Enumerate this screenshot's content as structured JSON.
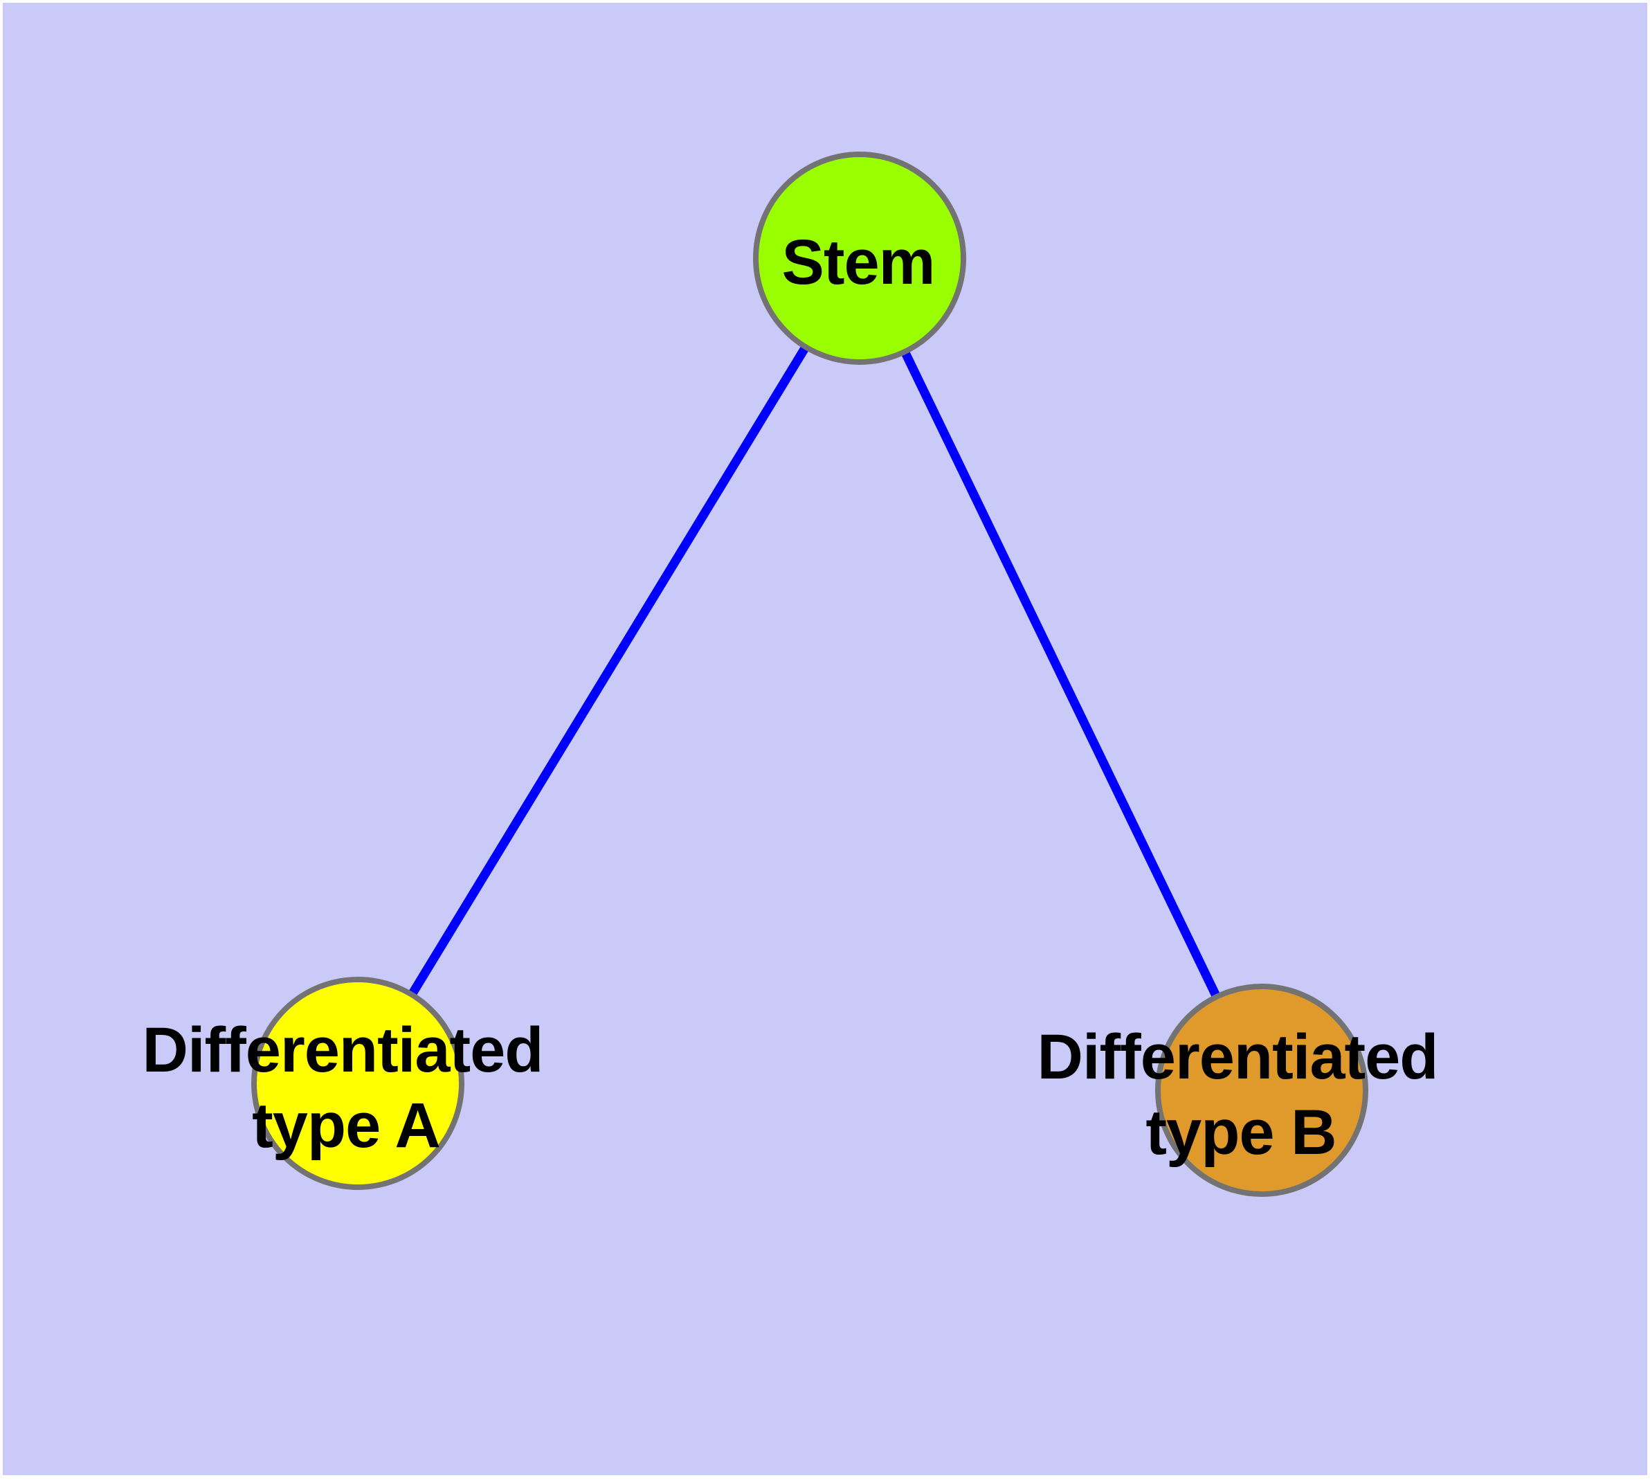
{
  "diagram": {
    "background_color": "#CACAF8",
    "margin_color": "#FFFFFF",
    "edge_color": "#0000FE",
    "node_border_color": "#737373",
    "label_color": "#000000",
    "nodes": [
      {
        "id": "stem",
        "label": "Stem",
        "line1": "Stem",
        "line2": "",
        "fill": "#99FE00"
      },
      {
        "id": "differentiated-type-a",
        "label": "Differentiated type A",
        "line1": "Differentiated",
        "line2": "type A",
        "fill": "#FFFF00"
      },
      {
        "id": "differentiated-type-b",
        "label": "Differentiated type B",
        "line1": "Differentiated",
        "line2": "type B",
        "fill": "#E0992B"
      }
    ],
    "edges": [
      {
        "from": "Stem",
        "to": "Differentiated type A"
      },
      {
        "from": "Stem",
        "to": "Differentiated type B"
      }
    ]
  }
}
